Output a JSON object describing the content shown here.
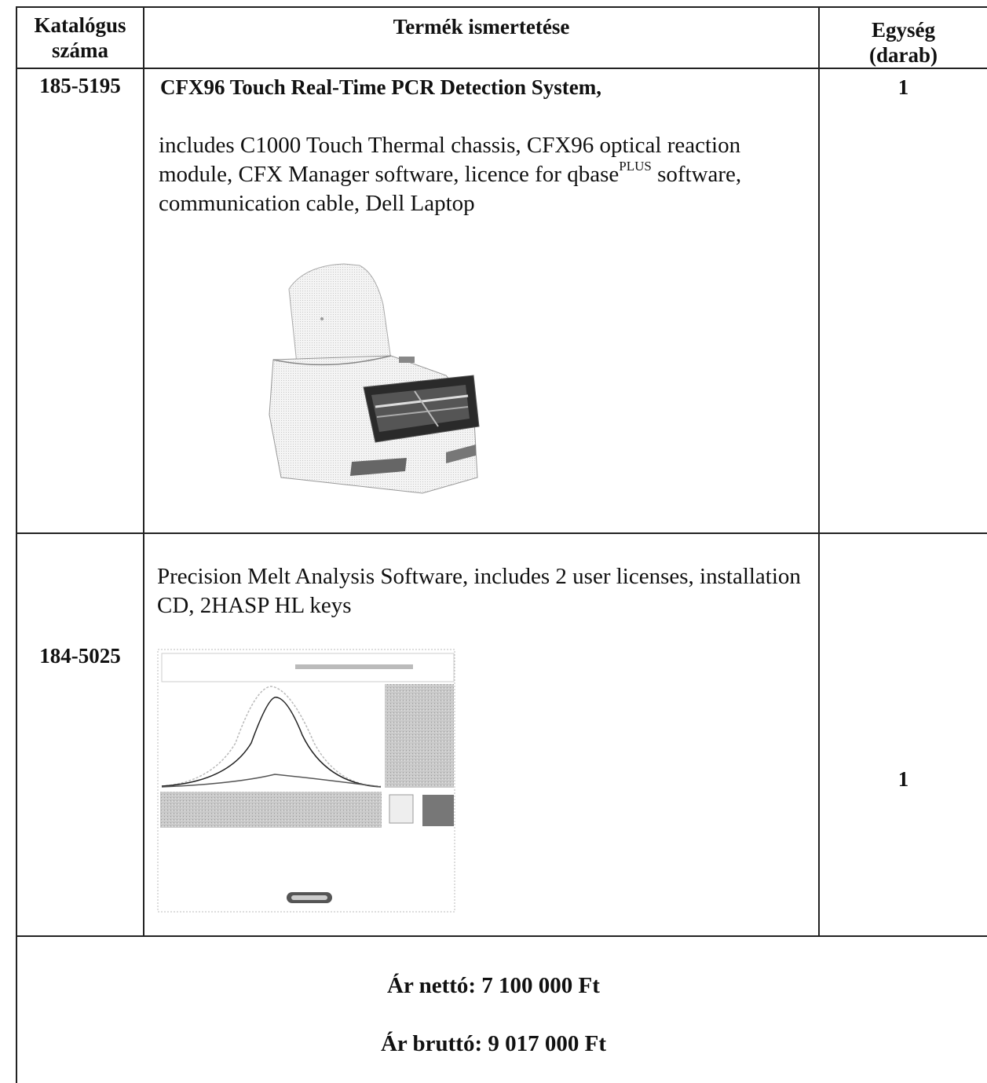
{
  "header": {
    "catalog_line1": "Katalógus",
    "catalog_line2": "száma",
    "description": "Termék ismertetése",
    "unit_line1": "Egység",
    "unit_line2": "(darab)"
  },
  "rows": [
    {
      "catalog_number": "185-5195",
      "title": "CFX96 Touch Real-Time PCR Detection System,",
      "description_before_sup": "includes C1000 Touch   Thermal chassis, CFX96 optical reaction module, CFX Manager software, licence for qbase",
      "description_sup": "PLUS",
      "description_after_sup": " software, communication cable, Dell Laptop",
      "quantity": "1"
    },
    {
      "catalog_number": "184-5025",
      "description": "Precision Melt Analysis Software, includes 2 user licenses, installation CD, 2HASP HL keys",
      "quantity": "1"
    }
  ],
  "prices": {
    "net": "Ár nettó:  7 100  000 Ft",
    "gross": "Ár bruttó: 9 017 000 Ft"
  }
}
